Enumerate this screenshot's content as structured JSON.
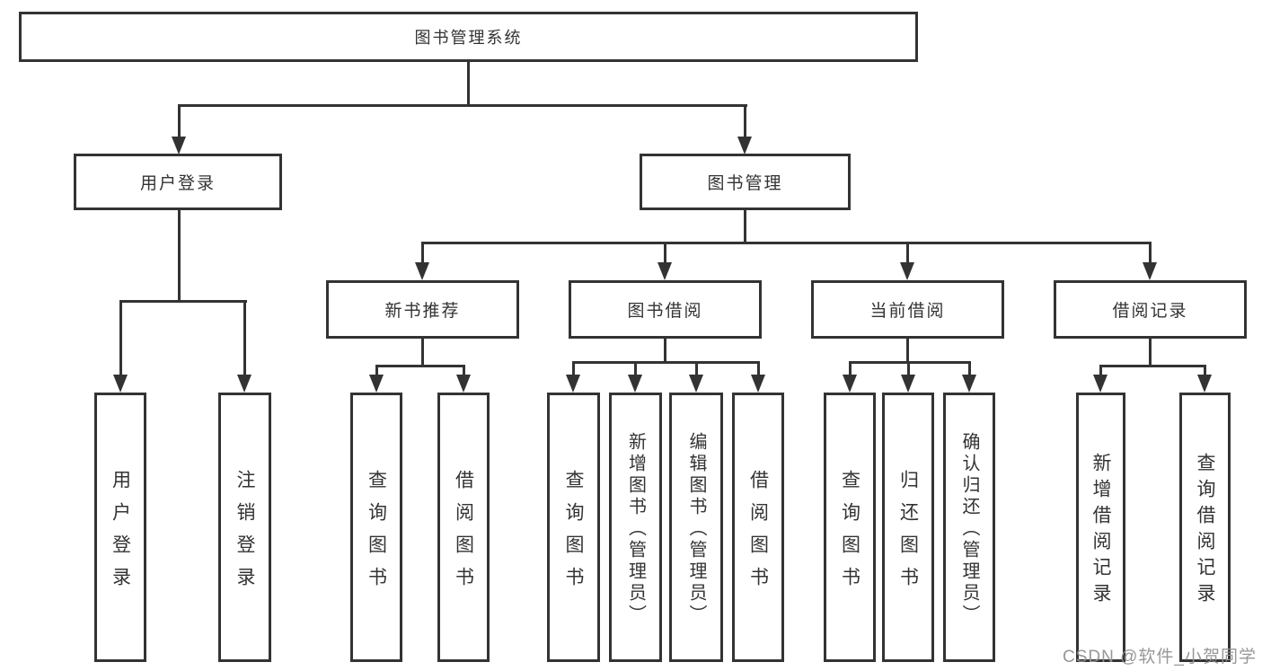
{
  "colors": {
    "line": "#333333",
    "box_border": "#333333",
    "text": "#333333",
    "background": "#ffffff",
    "watermark": "#919191"
  },
  "tree": {
    "label": "图书管理系统",
    "children": [
      {
        "label": "用户登录",
        "children": [
          {
            "label": "用户登录"
          },
          {
            "label": "注销登录"
          }
        ]
      },
      {
        "label": "图书管理",
        "children": [
          {
            "label": "新书推荐",
            "children": [
              {
                "label": "查询图书"
              },
              {
                "label": "借阅图书"
              }
            ]
          },
          {
            "label": "图书借阅",
            "children": [
              {
                "label": "查询图书"
              },
              {
                "label": "新增图书（管理员）"
              },
              {
                "label": "编辑图书（管理员）"
              },
              {
                "label": "借阅图书"
              }
            ]
          },
          {
            "label": "当前借阅",
            "children": [
              {
                "label": "查询图书"
              },
              {
                "label": "归还图书"
              },
              {
                "label": "确认归还（管理员）"
              }
            ]
          },
          {
            "label": "借阅记录",
            "children": [
              {
                "label": "新增借阅记录"
              },
              {
                "label": "查询借阅记录"
              }
            ]
          }
        ]
      }
    ]
  },
  "watermark": {
    "text": "CSDN @软件_小贺同学"
  }
}
